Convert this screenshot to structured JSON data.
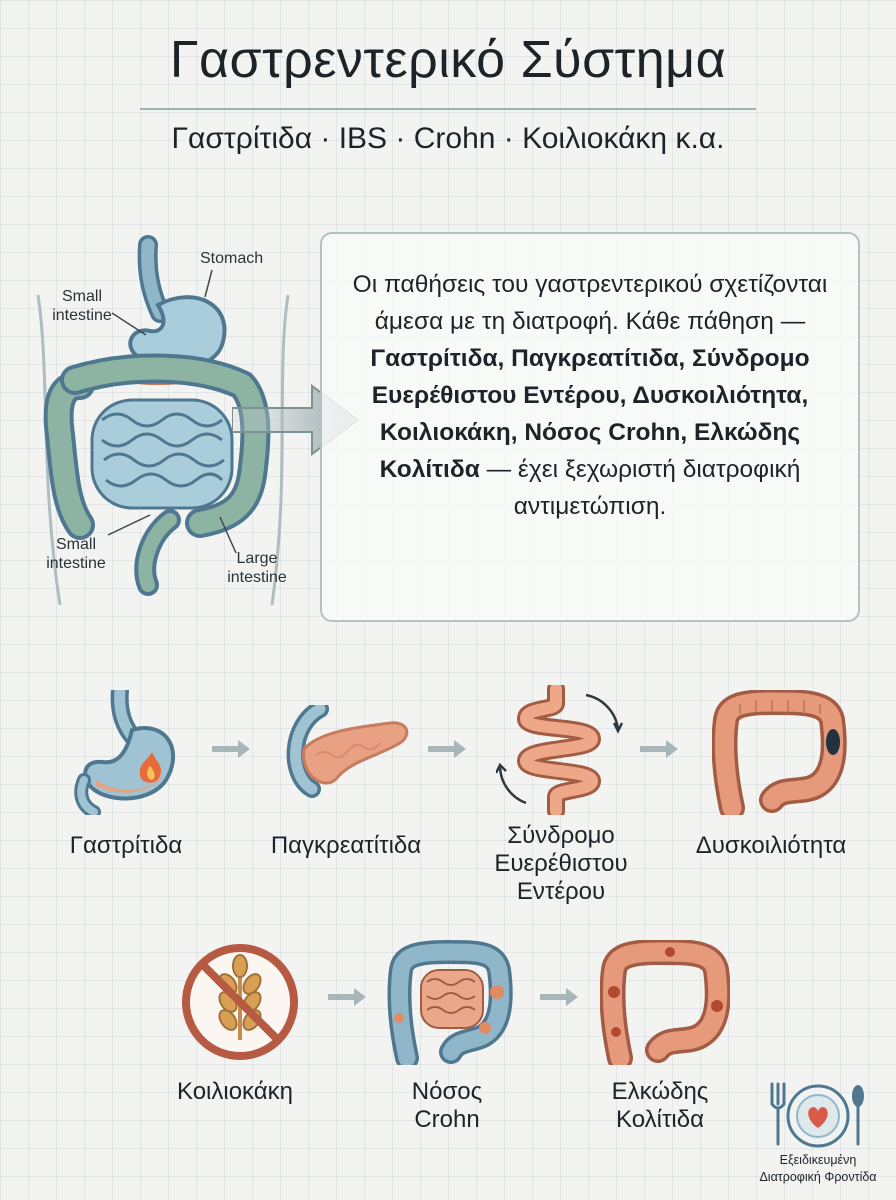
{
  "header": {
    "title": "Γαστρεντερικό Σύστημα",
    "subtitle": "Γαστρίτιδα · IBS · Crohn · Κοιλιοκάκη κ.α."
  },
  "anatomy": {
    "labels": {
      "stomach": "Stomach",
      "small_intestine_top": "Small intestine",
      "small_intestine_bottom": "Small intestine",
      "large_intestine": "Large intestine"
    }
  },
  "callout": {
    "intro": "Οι παθήσεις του γαστρεντερικού σχετίζονται άμεσα με τη διατροφή. Κάθε πάθηση — ",
    "conditions_bold": "Γαστρίτιδα, Παγκρεατίτιδα, Σύνδρομο Ευερέθιστου Εντέρου, Δυσκοιλιότητα, Κοιλιοκάκη, Νόσος Crohn, Ελκώδης Κολίτιδα",
    "outro": " — έχει ξεχωριστή διατροφική αντιμετώπιση."
  },
  "conditions": {
    "gastritis": "Γαστρίτιδα",
    "pancreatitis": "Παγκρεατίτιδα",
    "ibs": "Σύνδρομο Ευερέθιστου Εντέρου",
    "constipation": "Δυσκοιλιότητα",
    "celiac": "Κοιλιοκάκη",
    "crohn": "Νόσος Crohn",
    "colitis": "Ελκώδης Κολίτιδα"
  },
  "brand": {
    "text": "Εξειδικευμένη Διατροφική Φροντίδα"
  },
  "colors": {
    "organ_blue": "#9fc3d3",
    "organ_dark": "#4f7890",
    "tissue_orange": "#e8a283",
    "arrow_gray": "#a9b6b9",
    "prohibited_red": "#b65a43",
    "heart_red": "#d85b4a"
  }
}
